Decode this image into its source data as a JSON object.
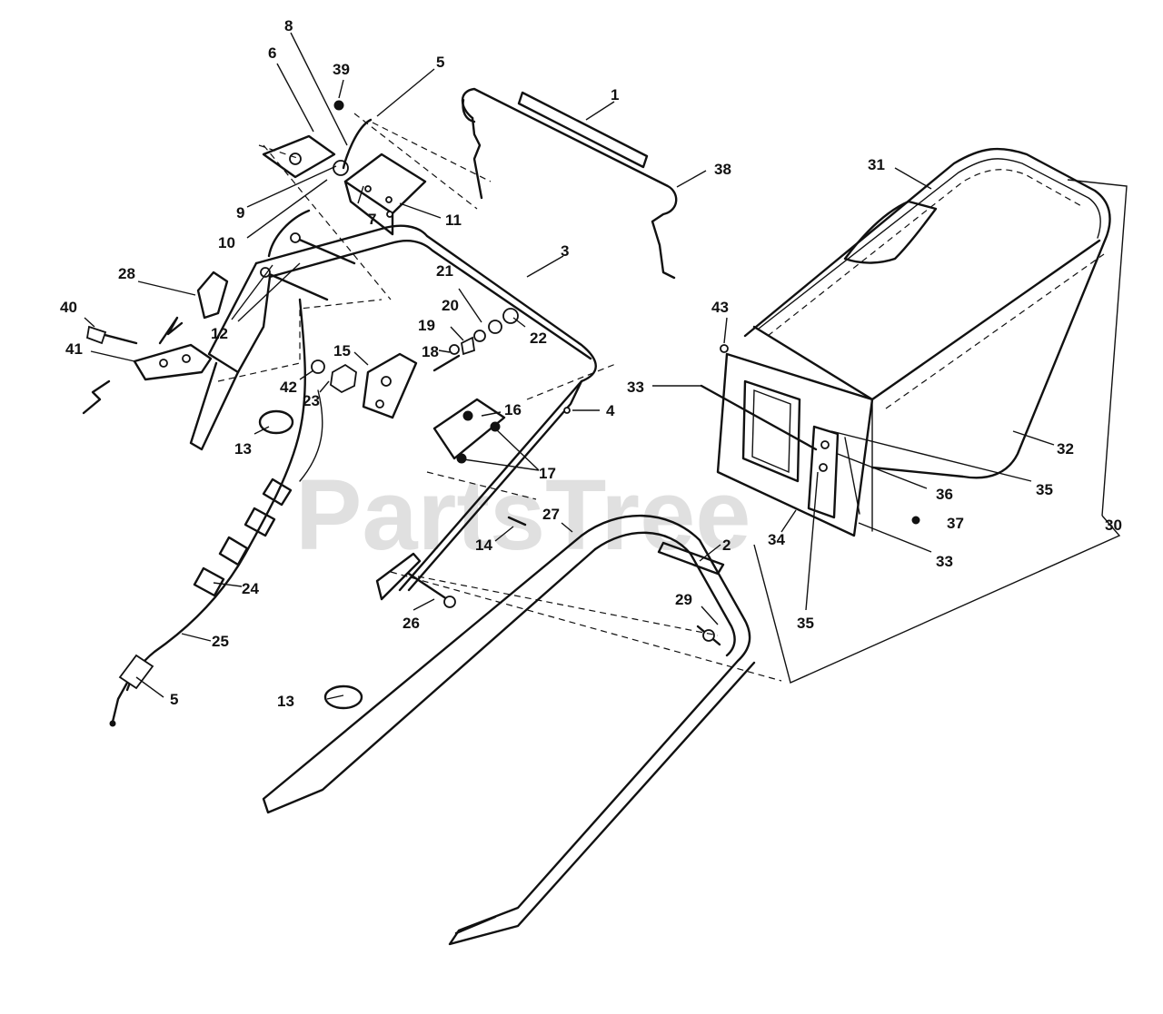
{
  "watermark": "PartsTree",
  "callouts": [
    "1",
    "2",
    "3",
    "4",
    "5",
    "6",
    "7",
    "8",
    "9",
    "10",
    "11",
    "12",
    "13",
    "14",
    "15",
    "16",
    "17",
    "18",
    "19",
    "20",
    "21",
    "22",
    "23",
    "24",
    "25",
    "26",
    "27",
    "28",
    "29",
    "30",
    "31",
    "32",
    "33",
    "34",
    "35",
    "36",
    "37",
    "38",
    "39",
    "40",
    "41",
    "42",
    "43"
  ]
}
